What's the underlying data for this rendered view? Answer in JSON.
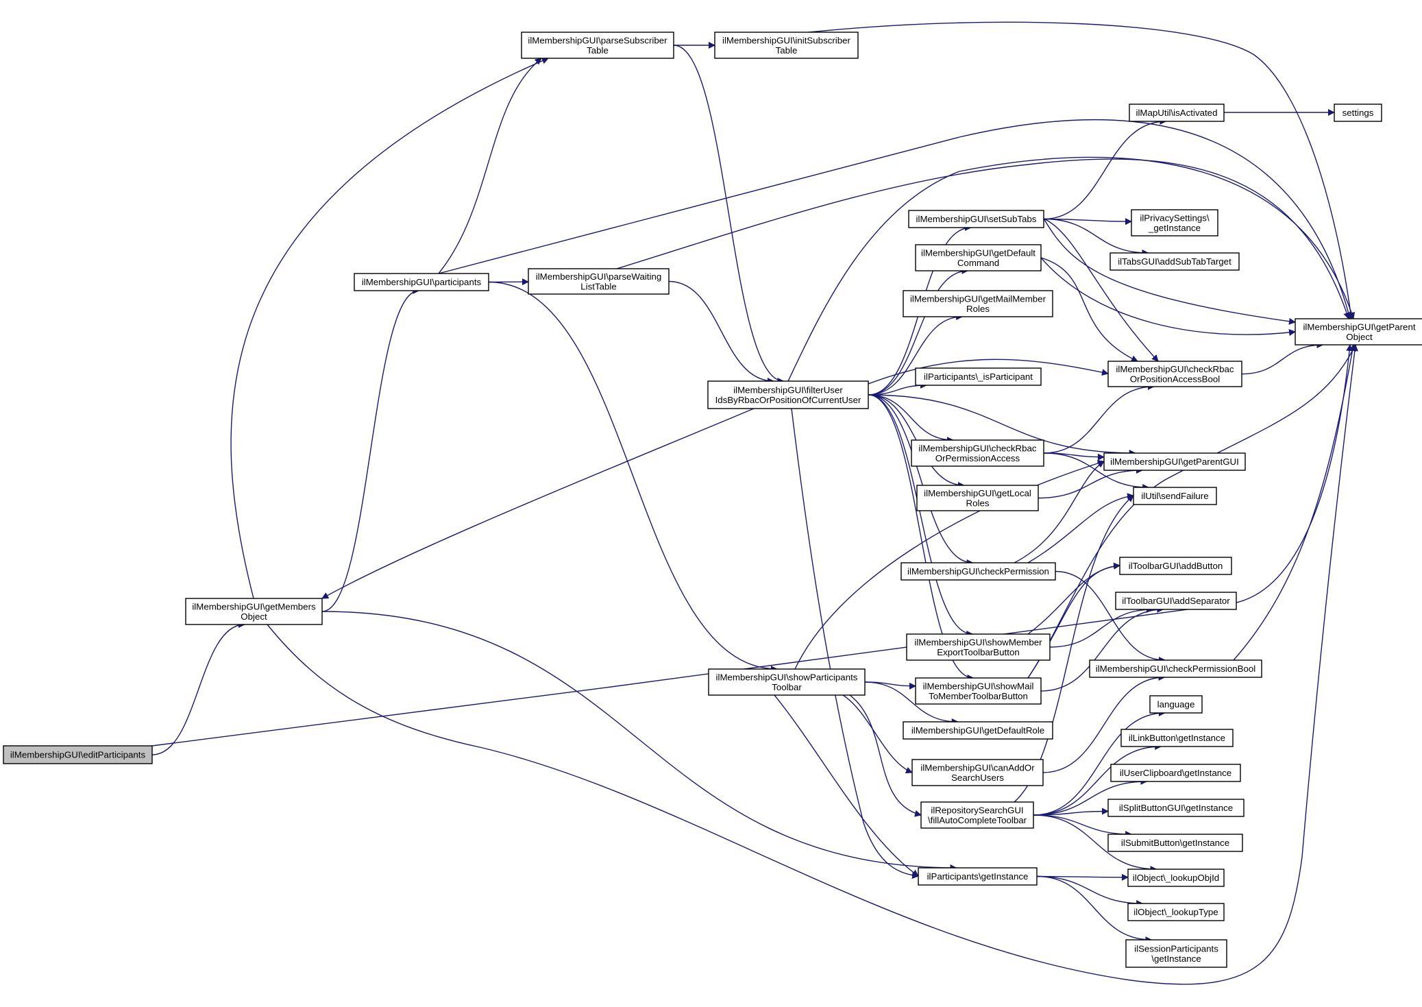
{
  "colors": {
    "edge": "#191970",
    "node_border": "#000000",
    "node_fill": "#ffffff",
    "root_fill": "#bfbfbf"
  },
  "nodes": [
    {
      "id": "edit",
      "lines": [
        "ilMembershipGUI\\editParticipants"
      ]
    },
    {
      "id": "getMembers",
      "lines": [
        "ilMembershipGUI\\getMembers",
        "Object"
      ]
    },
    {
      "id": "participants",
      "lines": [
        "ilMembershipGUI\\participants"
      ]
    },
    {
      "id": "parseSub",
      "lines": [
        "ilMembershipGUI\\parseSubscriber",
        "Table"
      ]
    },
    {
      "id": "initSub",
      "lines": [
        "ilMembershipGUI\\initSubscriber",
        "Table"
      ]
    },
    {
      "id": "parseWait",
      "lines": [
        "ilMembershipGUI\\parseWaiting",
        "ListTable"
      ]
    },
    {
      "id": "filterUser",
      "lines": [
        "ilMembershipGUI\\filterUser",
        "IdsByRbacOrPositionOfCurrentUser"
      ]
    },
    {
      "id": "showPartTb",
      "lines": [
        "ilMembershipGUI\\showParticipants",
        "Toolbar"
      ]
    },
    {
      "id": "setSubTabs",
      "lines": [
        "ilMembershipGUI\\setSubTabs"
      ]
    },
    {
      "id": "getDefaultCmd",
      "lines": [
        "ilMembershipGUI\\getDefault",
        "Command"
      ]
    },
    {
      "id": "getMailRoles",
      "lines": [
        "ilMembershipGUI\\getMailMember",
        "Roles"
      ]
    },
    {
      "id": "isParticipant",
      "lines": [
        "ilParticipants\\_isParticipant"
      ]
    },
    {
      "id": "checkRbacPerm",
      "lines": [
        "ilMembershipGUI\\checkRbac",
        "OrPermissionAccess"
      ]
    },
    {
      "id": "getLocalRoles",
      "lines": [
        "ilMembershipGUI\\getLocal",
        "Roles"
      ]
    },
    {
      "id": "checkPerm",
      "lines": [
        "ilMembershipGUI\\checkPermission"
      ]
    },
    {
      "id": "showMemberExp",
      "lines": [
        "ilMembershipGUI\\showMember",
        "ExportToolbarButton"
      ]
    },
    {
      "id": "showMailTb",
      "lines": [
        "ilMembershipGUI\\showMail",
        "ToMemberToolbarButton"
      ]
    },
    {
      "id": "getDefaultRole",
      "lines": [
        "ilMembershipGUI\\getDefaultRole"
      ]
    },
    {
      "id": "canAdd",
      "lines": [
        "ilMembershipGUI\\canAddOr",
        "SearchUsers"
      ]
    },
    {
      "id": "fillAuto",
      "lines": [
        "ilRepositorySearchGUI",
        "\\fillAutoCompleteToolbar"
      ]
    },
    {
      "id": "partGetInst",
      "lines": [
        "ilParticipants\\getInstance"
      ]
    },
    {
      "id": "mapUtil",
      "lines": [
        "ilMapUtil\\isActivated"
      ]
    },
    {
      "id": "settings",
      "lines": [
        "settings"
      ]
    },
    {
      "id": "privacy",
      "lines": [
        "ilPrivacySettings\\",
        "_getInstance"
      ]
    },
    {
      "id": "tabsGui",
      "lines": [
        "ilTabsGUI\\addSubTabTarget"
      ]
    },
    {
      "id": "getParentObj",
      "lines": [
        "ilMembershipGUI\\getParent",
        "Object"
      ]
    },
    {
      "id": "checkRbacPos",
      "lines": [
        "ilMembershipGUI\\checkRbac",
        "OrPositionAccessBool"
      ]
    },
    {
      "id": "getParentGui",
      "lines": [
        "ilMembershipGUI\\getParentGUI"
      ]
    },
    {
      "id": "sendFailure",
      "lines": [
        "ilUtil\\sendFailure"
      ]
    },
    {
      "id": "addButton",
      "lines": [
        "ilToolbarGUI\\addButton"
      ]
    },
    {
      "id": "addSeparator",
      "lines": [
        "ilToolbarGUI\\addSeparator"
      ]
    },
    {
      "id": "checkPermBool",
      "lines": [
        "ilMembershipGUI\\checkPermissionBool"
      ]
    },
    {
      "id": "language",
      "lines": [
        "language"
      ]
    },
    {
      "id": "linkButton",
      "lines": [
        "ilLinkButton\\getInstance"
      ]
    },
    {
      "id": "userClip",
      "lines": [
        "ilUserClipboard\\getInstance"
      ]
    },
    {
      "id": "splitButton",
      "lines": [
        "ilSplitButtonGUI\\getInstance"
      ]
    },
    {
      "id": "submitButton",
      "lines": [
        "ilSubmitButton\\getInstance"
      ]
    },
    {
      "id": "lookupObjId",
      "lines": [
        "ilObject\\_lookupObjId"
      ]
    },
    {
      "id": "lookupType",
      "lines": [
        "ilObject\\_lookupType"
      ]
    },
    {
      "id": "sessionPart",
      "lines": [
        "ilSessionParticipants",
        "\\getInstance"
      ]
    }
  ],
  "edges": [
    [
      "edit",
      "getMembers"
    ],
    [
      "edit",
      "getParentObj"
    ],
    [
      "getMembers",
      "participants"
    ],
    [
      "getMembers",
      "parseSub"
    ],
    [
      "getMembers",
      "partGetInst"
    ],
    [
      "getMembers",
      "getParentObj"
    ],
    [
      "participants",
      "parseSub"
    ],
    [
      "participants",
      "parseWait"
    ],
    [
      "participants",
      "showPartTb"
    ],
    [
      "participants",
      "getParentObj"
    ],
    [
      "parseSub",
      "initSub"
    ],
    [
      "parseSub",
      "filterUser"
    ],
    [
      "initSub",
      "getParentObj"
    ],
    [
      "parseWait",
      "filterUser"
    ],
    [
      "parseWait",
      "getParentObj"
    ],
    [
      "filterUser",
      "getMembers"
    ],
    [
      "filterUser",
      "setSubTabs"
    ],
    [
      "filterUser",
      "getDefaultCmd"
    ],
    [
      "filterUser",
      "getMailRoles"
    ],
    [
      "filterUser",
      "isParticipant"
    ],
    [
      "filterUser",
      "checkRbacPerm"
    ],
    [
      "filterUser",
      "getLocalRoles"
    ],
    [
      "filterUser",
      "checkPerm"
    ],
    [
      "filterUser",
      "showMemberExp"
    ],
    [
      "filterUser",
      "showMailTb"
    ],
    [
      "filterUser",
      "partGetInst"
    ],
    [
      "filterUser",
      "checkRbacPos"
    ],
    [
      "filterUser",
      "getParentGui"
    ],
    [
      "filterUser",
      "getParentObj"
    ],
    [
      "setSubTabs",
      "mapUtil"
    ],
    [
      "setSubTabs",
      "privacy"
    ],
    [
      "setSubTabs",
      "tabsGui"
    ],
    [
      "setSubTabs",
      "getParentObj"
    ],
    [
      "setSubTabs",
      "checkRbacPos"
    ],
    [
      "mapUtil",
      "settings"
    ],
    [
      "getDefaultCmd",
      "checkRbacPos"
    ],
    [
      "getDefaultCmd",
      "getParentObj"
    ],
    [
      "checkRbacPos",
      "getParentObj"
    ],
    [
      "checkRbacPerm",
      "checkRbacPos"
    ],
    [
      "checkRbacPerm",
      "getParentGui"
    ],
    [
      "checkRbacPerm",
      "sendFailure"
    ],
    [
      "getLocalRoles",
      "getParentGui"
    ],
    [
      "checkPerm",
      "sendFailure"
    ],
    [
      "checkPerm",
      "getParentGui"
    ],
    [
      "checkPerm",
      "checkPermBool"
    ],
    [
      "showMemberExp",
      "addButton"
    ],
    [
      "showMemberExp",
      "addSeparator"
    ],
    [
      "showMailTb",
      "addButton"
    ],
    [
      "showMailTb",
      "addSeparator"
    ],
    [
      "showMailTb",
      "getParentObj"
    ],
    [
      "showPartTb",
      "showMailTb"
    ],
    [
      "showPartTb",
      "getDefaultRole"
    ],
    [
      "showPartTb",
      "canAdd"
    ],
    [
      "showPartTb",
      "fillAuto"
    ],
    [
      "showPartTb",
      "getParentGui"
    ],
    [
      "showPartTb",
      "partGetInst"
    ],
    [
      "canAdd",
      "checkPermBool"
    ],
    [
      "checkPermBool",
      "getParentObj"
    ],
    [
      "fillAuto",
      "language"
    ],
    [
      "fillAuto",
      "linkButton"
    ],
    [
      "fillAuto",
      "userClip"
    ],
    [
      "fillAuto",
      "splitButton"
    ],
    [
      "fillAuto",
      "submitButton"
    ],
    [
      "fillAuto",
      "lookupObjId"
    ],
    [
      "fillAuto",
      "sendFailure"
    ],
    [
      "partGetInst",
      "lookupObjId"
    ],
    [
      "partGetInst",
      "lookupType"
    ],
    [
      "partGetInst",
      "sessionPart"
    ]
  ]
}
